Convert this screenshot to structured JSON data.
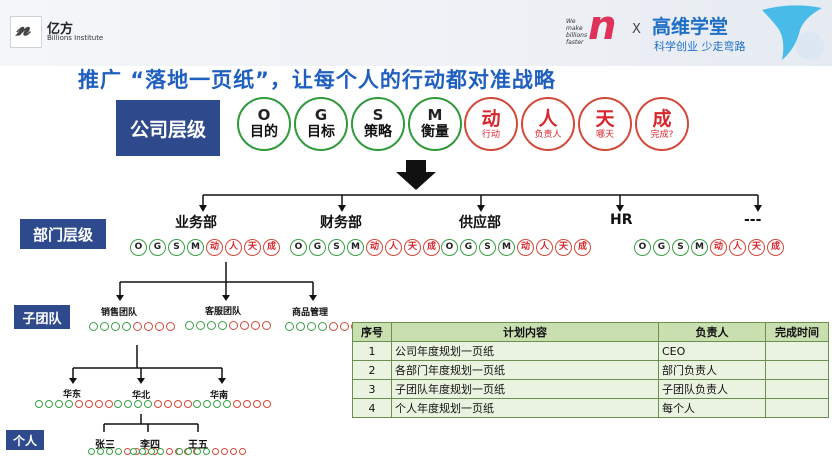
{
  "header": {
    "brand_mark": "𝓷",
    "brand_cn": "亿方",
    "brand_en": "Billions Institute",
    "partner_tagline": "We make billions faster",
    "partner_mark": "n",
    "x": "X",
    "school": "高维学堂",
    "slogan": "科学创业 少走弯路"
  },
  "title": "推广 “落地一页纸”，让每个人的行动都对准战略",
  "levels": {
    "company": "公司层级",
    "department": "部门层级",
    "team": "子团队",
    "individual": "个人"
  },
  "ogsm": [
    {
      "letter": "O",
      "sub": "目的"
    },
    {
      "letter": "G",
      "sub": "目标"
    },
    {
      "letter": "S",
      "sub": "策略"
    },
    {
      "letter": "M",
      "sub": "衡量"
    }
  ],
  "action": [
    {
      "label": "动",
      "sub": "行动"
    },
    {
      "label": "人",
      "sub": "负责人"
    },
    {
      "label": "天",
      "sub": "哪天"
    },
    {
      "label": "成",
      "sub": "完成?"
    }
  ],
  "departments": [
    "业务部",
    "财务部",
    "供应部",
    "HR",
    "---"
  ],
  "teams": [
    "销售团队",
    "客服团队",
    "商品管理"
  ],
  "regions": [
    "华东",
    "华北",
    "华南"
  ],
  "people": [
    "张三",
    "李四",
    "王五"
  ],
  "plan_table": {
    "headers": [
      "序号",
      "计划内容",
      "负责人",
      "完成时间"
    ],
    "rows": [
      {
        "no": "1",
        "content": "公司年度规划一页纸",
        "owner": "CEO",
        "time": ""
      },
      {
        "no": "2",
        "content": "各部门年度规划一页纸",
        "owner": "部门负责人",
        "time": ""
      },
      {
        "no": "3",
        "content": "子团队年度规划一页纸",
        "owner": "子团队负责人",
        "time": ""
      },
      {
        "no": "4",
        "content": "个人年度规划一页纸",
        "owner": "每个人",
        "time": ""
      }
    ]
  },
  "colors": {
    "title_blue": "#1f5fbf",
    "label_navy": "#2e4a8c",
    "ogsm_green": "#2f9a3a",
    "action_red": "#d8262c",
    "table_header": "#c9dfb0"
  }
}
